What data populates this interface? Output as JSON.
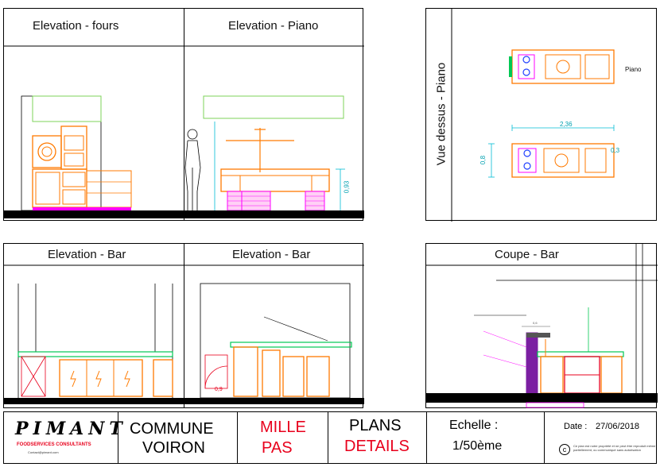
{
  "panels": {
    "fours": "Elevation - fours",
    "piano": "Elevation - Piano",
    "dessus": "Vue dessus - Piano",
    "bar1": "Elevation - Bar",
    "bar2": "Elevation - Bar",
    "coupe": "Coupe - Bar"
  },
  "dims": {
    "piano_height": "0,93",
    "piano_width": "2,36",
    "piano_depth": "0,8",
    "side": "0,3",
    "piano_label": "Piano",
    "bar_dim": "0,9",
    "coupe_dim": "0,6"
  },
  "titleblock": {
    "logo": "PIMANT",
    "logo_sub": "FOODSERVICES CONSULTANTS",
    "logo_contact": "Contact@pimant.com",
    "client_1": "COMMUNE",
    "client_2": "VOIRON",
    "project_1": "MILLE",
    "project_2": "PAS",
    "plan_1": "PLANS",
    "plan_2": "DETAILS",
    "scale_label": "Echelle :",
    "scale_value": "1/50ème",
    "date_label": "Date :",
    "date_value": "27/06/2018",
    "copyright": "Ce plan est notre propriété et ne peut être reproduit même partiellement, ou communiqué sans autorisation",
    "colors": {
      "red": "#e8001c",
      "black": "#000000"
    }
  },
  "colors": {
    "orange": "#ff7a00",
    "magenta": "#ff00ff",
    "green": "#00c853",
    "cyan": "#00bcd4",
    "purple": "#7b1fa2"
  }
}
